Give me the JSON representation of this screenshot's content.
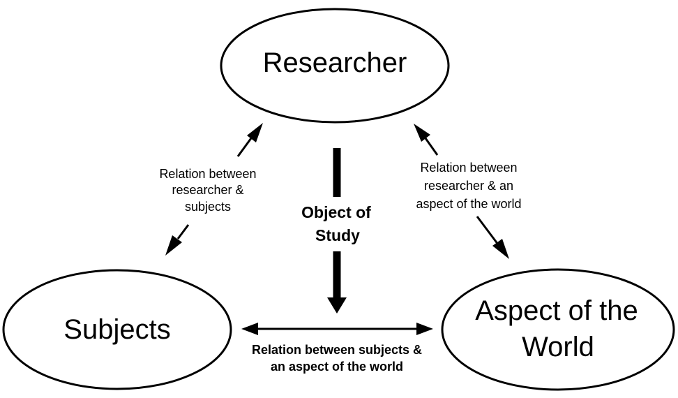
{
  "nodes": {
    "researcher": "Researcher",
    "subjects": "Subjects",
    "aspect_line1": "Aspect of the",
    "aspect_line2": "World"
  },
  "center": {
    "line1": "Object of",
    "line2": "Study"
  },
  "relations": {
    "researcher_subjects": [
      "Relation between",
      "researcher &",
      "subjects"
    ],
    "researcher_aspect": [
      "Relation between",
      "researcher & an",
      "aspect of the world"
    ],
    "subjects_aspect": [
      "Relation between subjects &",
      "an aspect of the world"
    ]
  },
  "colors": {
    "stroke": "#000000",
    "background": "#ffffff"
  }
}
